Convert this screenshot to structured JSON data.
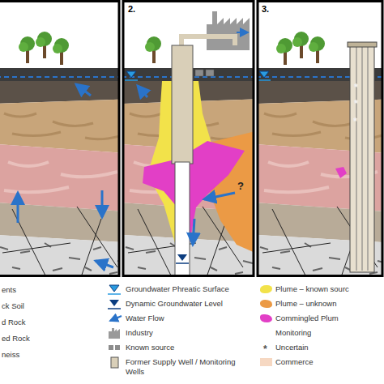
{
  "diagram": {
    "labels": [
      "2.",
      "3.",
      "?",
      "*",
      "*",
      "*",
      "*",
      "?"
    ],
    "legend": [
      {
        "text": "ents"
      },
      {
        "text": "ck Soil"
      },
      {
        "text": "d Rock"
      },
      {
        "text": "ed Rock"
      },
      {
        "text": "neiss"
      },
      {
        "text": "Groundwater Phreatic Surface"
      },
      {
        "text": "Dynamic Groundwater Level"
      },
      {
        "text": "Water Flow"
      },
      {
        "text": "Industry"
      },
      {
        "text": "Known source"
      },
      {
        "text": "Former Supply Well / Monitoring Wells"
      },
      {
        "text": "Plume – known sourc",
        "color": "#f2e24a"
      },
      {
        "text": "Plume – unknown",
        "color": "#eb9a45"
      },
      {
        "text": "Commingled Plum",
        "color": "#e23fc6"
      },
      {
        "text": "Monitoring"
      },
      {
        "text": "Uncertain"
      },
      {
        "text": "Commerce",
        "color": "#f6d8c2"
      }
    ]
  }
}
